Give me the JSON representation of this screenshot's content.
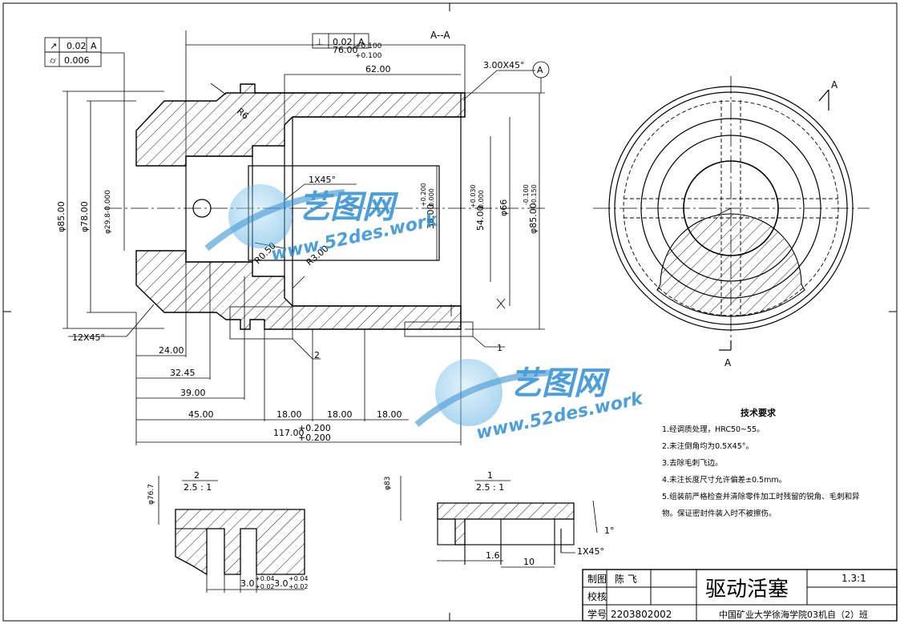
{
  "section_label": "A--A",
  "view_arrow_label": "A",
  "view_arrow_label_bottom": "A",
  "datum_label": "A",
  "tolerances": {
    "runout_value": "0.02",
    "runout_datum": "A",
    "cylindricity_value": "0.006",
    "perp_value": "0.02",
    "perp_datum": "A"
  },
  "dims": {
    "d76": "76.00",
    "d76_tol_up": "+0.100",
    "d76_tol_lo": "+0.100",
    "d62": "62.00",
    "chamfer_top": "3.00X45°",
    "r6": "R6",
    "phi85": "φ85.00",
    "phi78": "φ78.00",
    "phi29": "φ29.8-0.000",
    "chamfer_1x45": "1X45°",
    "d38": "38.00",
    "d38_tol_up": "+0.200",
    "d38_tol_lo": "0.000",
    "d54": "54.00",
    "d54_tol_up": "+0.030",
    "d54_tol_lo": "0.000",
    "phi66": "φ66",
    "phi85r": "φ85.00",
    "phi85r_tol_up": "-0.100",
    "phi85r_tol_lo": "-0.150",
    "r050": "R0.50",
    "r300": "R3.00",
    "chamfer_12": "12X45°",
    "d24": "24.00",
    "d3245": "32.45",
    "d39": "39.00",
    "d45": "45.00",
    "d18a": "18.00",
    "d18b": "18.00",
    "d18c": "18.00",
    "d117": "117.00",
    "d117_tol_up": "+0.200",
    "d117_tol_lo": "+0.200",
    "callout_1": "1",
    "callout_2": "2"
  },
  "detail2": {
    "number": "2",
    "scale": "2.5 : 1",
    "phi767": "φ76.7",
    "groove_a": "3.0",
    "groove_a_up": "+0.04",
    "groove_a_lo": "+0.02",
    "groove_b": "3.0",
    "groove_b_up": "+0.04",
    "groove_b_lo": "+0.02"
  },
  "detail1": {
    "number": "1",
    "scale": "2.5 : 1",
    "phi83": "φ83",
    "angle": "1°",
    "d16": "1.6",
    "d10": "10",
    "chamfer": "1X45°"
  },
  "tech_requirements": {
    "title": "技术要求",
    "items": [
      "1.经调质处理，HRC50~55。",
      "2.未注倒角均为0.5X45°。",
      "3.去除毛刺飞边。",
      "4.未注长度尺寸允许偏差±0.5mm。",
      "5.组装前严格检查并清除零件加工时残留的锐角、毛刺和异",
      "物。保证密封件装入时不被擦伤。"
    ]
  },
  "title_block": {
    "drawn_label": "制图",
    "drawn_name": "陈 飞",
    "check_label": "校核",
    "id_label": "学号",
    "student_id": "2203802002",
    "part_name": "驱动活塞",
    "scale": "1.3:1",
    "school": "中国矿业大学徐海学院03机自（2）班"
  },
  "watermark": {
    "brand": "艺图网",
    "url": "www.52des.work"
  }
}
